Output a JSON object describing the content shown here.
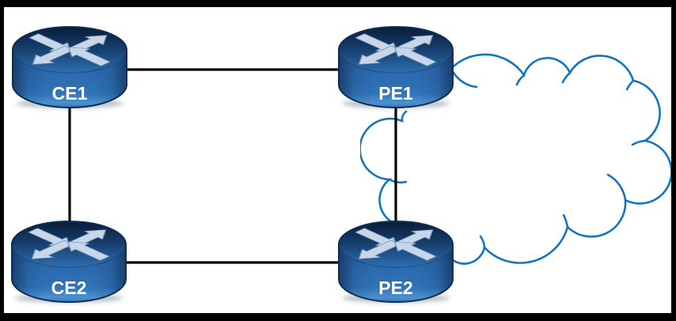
{
  "diagram": {
    "type": "network-topology",
    "nodes": [
      {
        "id": "CE1",
        "label": "CE1",
        "role": "customer-edge-router",
        "icon": "router-icon"
      },
      {
        "id": "PE1",
        "label": "PE1",
        "role": "provider-edge-router",
        "icon": "router-icon"
      },
      {
        "id": "CE2",
        "label": "CE2",
        "role": "customer-edge-router",
        "icon": "router-icon"
      },
      {
        "id": "PE2",
        "label": "PE2",
        "role": "provider-edge-router",
        "icon": "router-icon"
      }
    ],
    "links": [
      {
        "from": "CE1",
        "to": "PE1"
      },
      {
        "from": "CE1",
        "to": "CE2"
      },
      {
        "from": "PE1",
        "to": "PE2"
      },
      {
        "from": "CE2",
        "to": "PE2"
      }
    ],
    "cloud": {
      "id": "provider-cloud",
      "icon": "network-cloud-icon"
    },
    "colors": {
      "frame": "#000000",
      "background": "#FFFFFF",
      "link_stroke": "#000000",
      "cloud_stroke": "#1474C0",
      "router_body": "#2E72B4",
      "router_top_dark": "#0A1C38",
      "router_outline": "#0E2D52",
      "arrow_fill": "#C8D6E9",
      "label_text": "#FFFFFF"
    }
  }
}
